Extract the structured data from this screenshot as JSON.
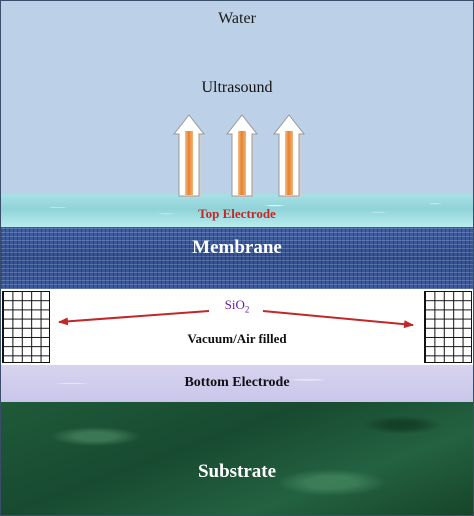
{
  "layers": {
    "water": "Water",
    "ultrasound": "Ultrasound",
    "top_electrode": "Top Electrode",
    "membrane": "Membrane",
    "sio2": {
      "base": "SiO",
      "subscript": "2"
    },
    "cavity": "Vacuum/Air filled",
    "bottom_electrode": "Bottom Electrode",
    "substrate": "Substrate"
  },
  "colors": {
    "water": "#bcd0e8",
    "top_electrode": "#a8e2e6",
    "top_electrode_text": "#c0282a",
    "membrane": "#3f5ea3",
    "sio2_text": "#6b1fa0",
    "arrow_red": "#c0282a",
    "ultrasound_arrow_fill": "#e8802c",
    "bottom_electrode": "#d7d3ef",
    "substrate": "#1f5a3a"
  },
  "icons": {
    "ultrasound_arrows": "up-arrow-icon",
    "sio2_arrows": "double-headed-arrow-icon",
    "pillars": "grid-pattern-icon"
  }
}
